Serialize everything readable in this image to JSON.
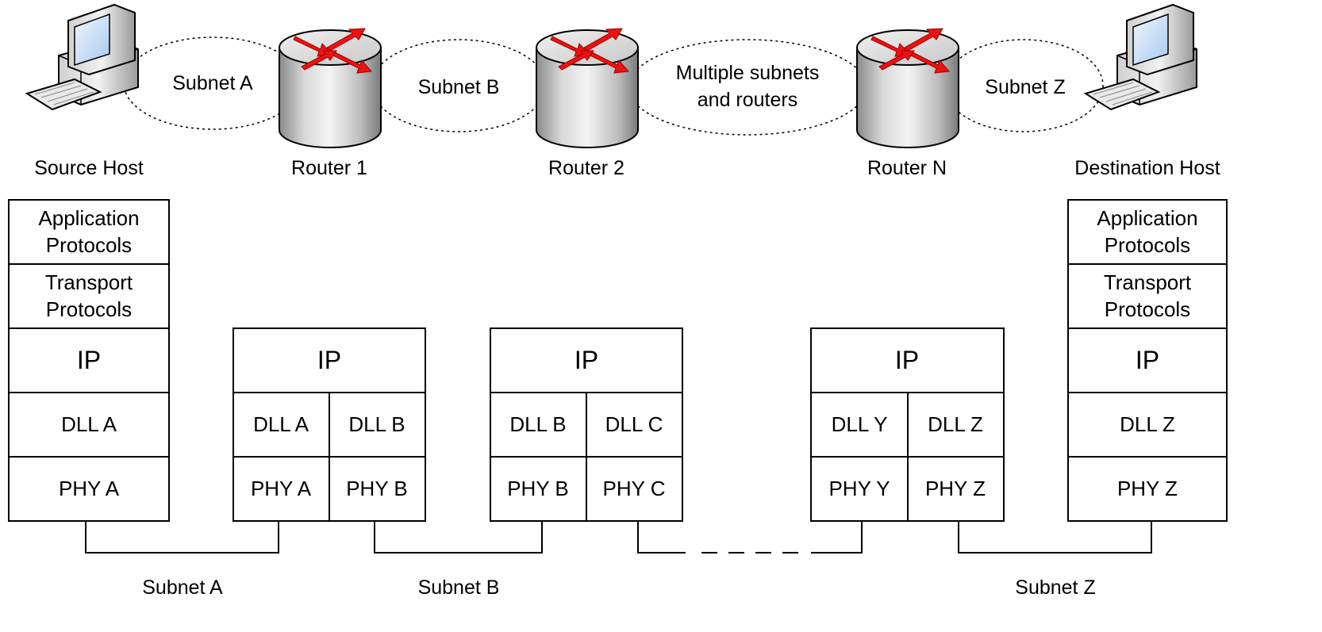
{
  "devices": {
    "source": "Source Host",
    "router1": "Router 1",
    "router2": "Router 2",
    "routerN": "Router N",
    "destination": "Destination Host"
  },
  "clouds": {
    "a": "Subnet A",
    "b": "Subnet B",
    "multi_line1": "Multiple subnets",
    "multi_line2": "and routers",
    "z": "Subnet Z"
  },
  "stacks": {
    "source": {
      "app_line1": "Application",
      "app_line2": "Protocols",
      "transport_line1": "Transport",
      "transport_line2": "Protocols",
      "ip": "IP",
      "dll": "DLL A",
      "phy": "PHY A"
    },
    "router1": {
      "ip": "IP",
      "dll_left": "DLL A",
      "dll_right": "DLL B",
      "phy_left": "PHY A",
      "phy_right": "PHY B"
    },
    "router2": {
      "ip": "IP",
      "dll_left": "DLL B",
      "dll_right": "DLL C",
      "phy_left": "PHY B",
      "phy_right": "PHY C"
    },
    "routerN": {
      "ip": "IP",
      "dll_left": "DLL Y",
      "dll_right": "DLL Z",
      "phy_left": "PHY Y",
      "phy_right": "PHY Z"
    },
    "destination": {
      "app_line1": "Application",
      "app_line2": "Protocols",
      "transport_line1": "Transport",
      "transport_line2": "Protocols",
      "ip": "IP",
      "dll": "DLL Z",
      "phy": "PHY Z"
    }
  },
  "links": {
    "a": "Subnet A",
    "b": "Subnet B",
    "z": "Subnet Z"
  },
  "colors": {
    "arrow_red": "#ee1111",
    "line": "#000000"
  }
}
